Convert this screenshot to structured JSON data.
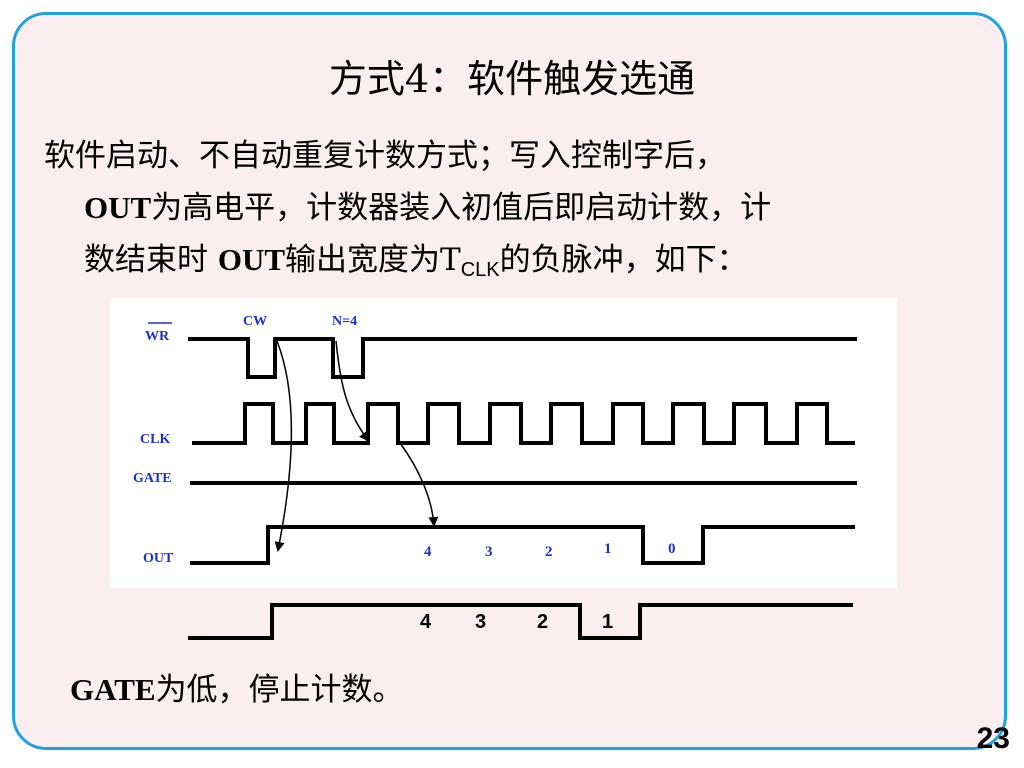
{
  "slide": {
    "title": "方式4：软件触发选通",
    "paragraph": {
      "line1": "软件启动、不自动重复计数方式；写入控制字后，",
      "line2_bold": "OUT",
      "line2_rest": "为高电平，计数器装入初值后即启动计数，计",
      "line3_a": "数结束时 ",
      "line3_bold": "OUT",
      "line3_b": "输出宽度为T",
      "line3_sub": "CLK",
      "line3_c": "的负脉冲，如下："
    },
    "note_bold": "GATE",
    "note_rest": "为低，停止计数。",
    "page_number": "23"
  },
  "timing": {
    "signals": [
      "WR",
      "CLK",
      "GATE",
      "OUT"
    ],
    "annotations": {
      "cw": "CW",
      "n": "N=4"
    },
    "count_labels_out": [
      "4",
      "3",
      "2",
      "1",
      "0"
    ],
    "count_labels_gate_low": [
      "4",
      "3",
      "2",
      "1"
    ],
    "label_color": "#1a2fd0",
    "wire_color": "#000000"
  }
}
